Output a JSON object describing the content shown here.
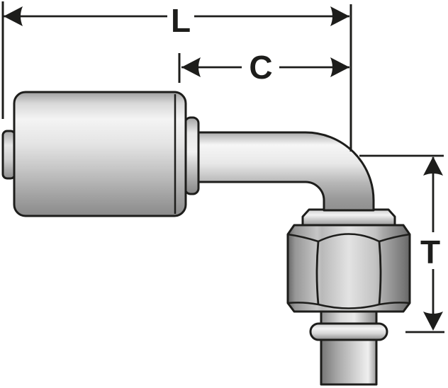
{
  "diagram": {
    "subject": "90-degree elbow hose crimp fitting with female swivel nut, side view technical drawing",
    "background_color": "#ffffff",
    "line_color": "#1d1d1b",
    "metal_highlight_color": "#f3f3f3",
    "metal_shadow_color": "#8a8a8a",
    "dimensions": {
      "overall_length": {
        "label": "L"
      },
      "cutoff_allowance": {
        "label": "C"
      },
      "drop_height": {
        "label": "T"
      }
    }
  }
}
